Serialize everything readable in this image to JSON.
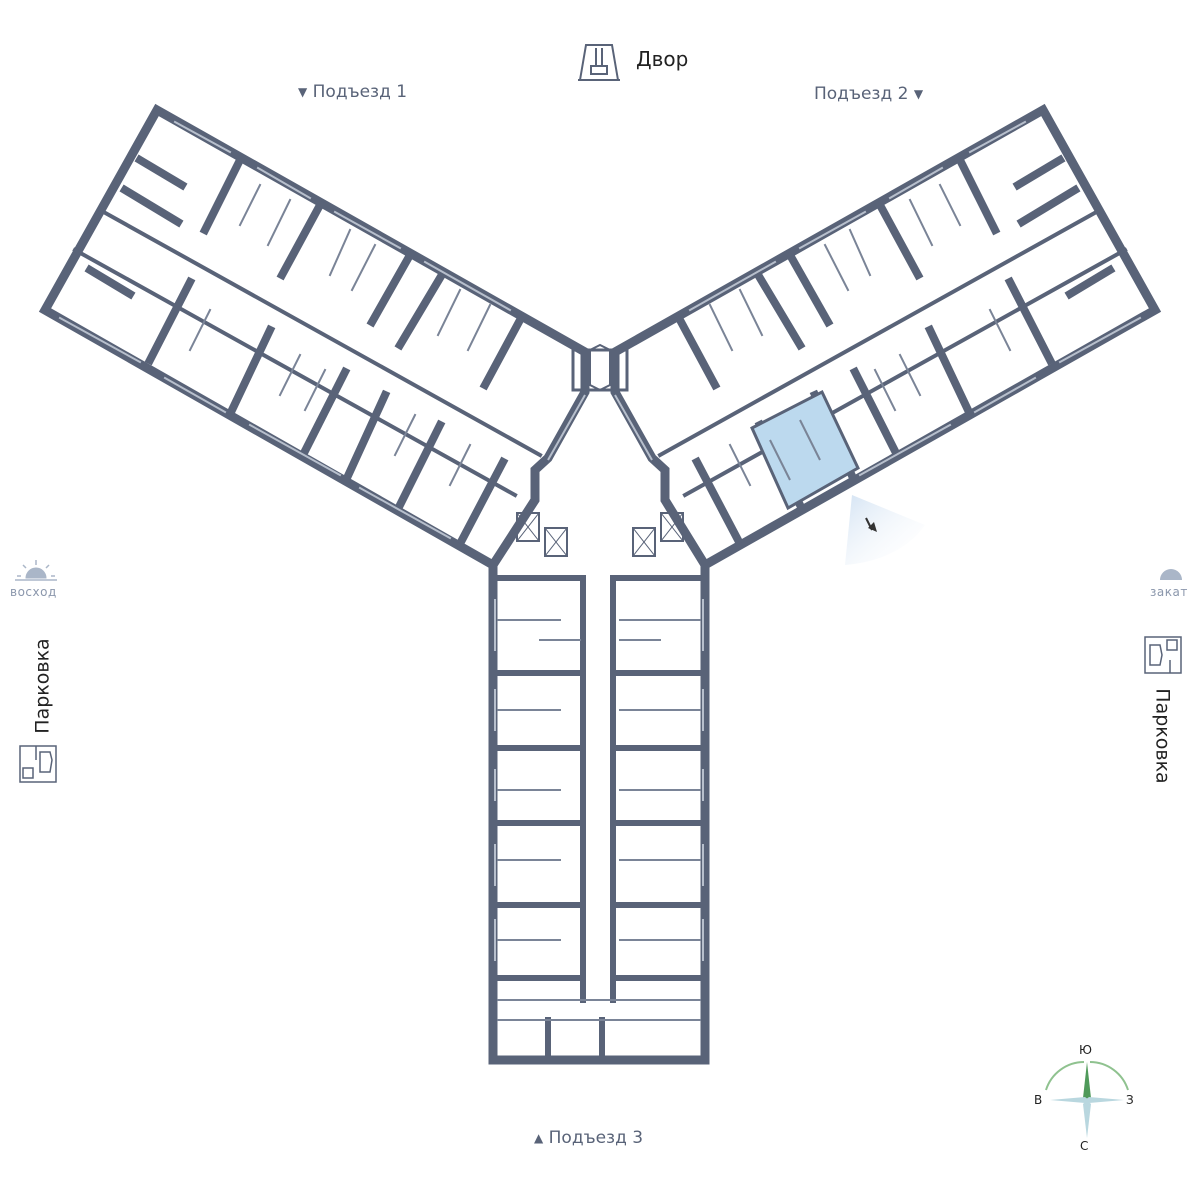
{
  "labels": {
    "yard": "Двор",
    "entrance1": "Подъезд 1",
    "entrance2": "Подъезд 2",
    "entrance3": "Подъезд 3",
    "sunrise": "восход",
    "sunset": "закат",
    "parking_left": "Парковка",
    "parking_right": "Парковка"
  },
  "compass": {
    "north": "С",
    "south": "Ю",
    "east": "В",
    "west": "З"
  },
  "icons": {
    "yard": "swing-icon",
    "parking": "parking-icon",
    "sunrise": "sunrise-icon",
    "sunset": "sunset-icon",
    "view": "view-direction-icon",
    "compass": "compass-icon"
  },
  "colors": {
    "wall": "#596378",
    "highlight": "#bcd9ee",
    "text": "#596378",
    "compass_green": "#8fc28f"
  }
}
